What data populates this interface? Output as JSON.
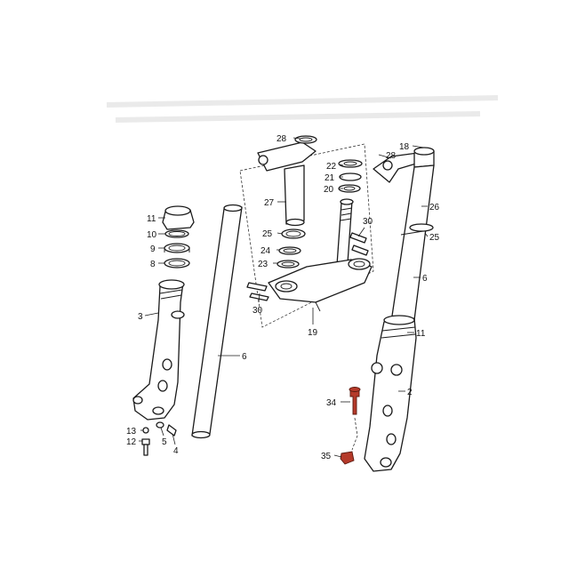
{
  "colors": {
    "line": "#1a1a1a",
    "highlight": "#b53a2a",
    "background": "#ffffff"
  },
  "callouts": {
    "c2": "2",
    "c3": "3",
    "c4": "4",
    "c5": "5",
    "c6a": "6",
    "c6b": "6",
    "c8": "8",
    "c9": "9",
    "c10": "10",
    "c11a": "11",
    "c11b": "11",
    "c12": "12",
    "c13": "13",
    "c18": "18",
    "c19": "19",
    "c20": "20",
    "c21": "21",
    "c22": "22",
    "c23": "23",
    "c24": "24",
    "c25a": "25",
    "c25b": "25",
    "c26": "26",
    "c27": "27",
    "c28a": "28",
    "c28b": "28",
    "c30a": "30",
    "c30b": "30",
    "c34": "34",
    "c35": "35"
  }
}
